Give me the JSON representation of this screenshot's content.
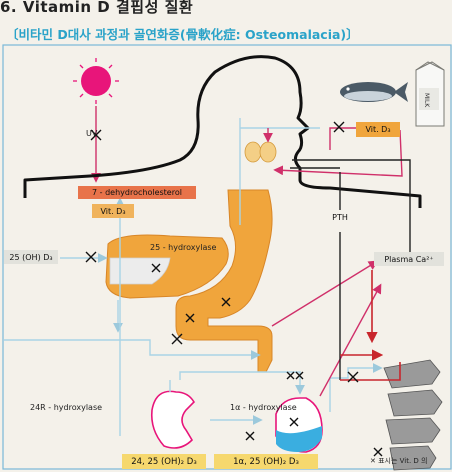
{
  "title": "6.  Vitamin D 결핍성 질환",
  "heading": "〔비타민 D대사 과정과 골연화증(骨軟化症: Osteomalacia)〕",
  "labels": {
    "uv": "UV",
    "dehydro": "7 - dehydrocholesterol",
    "vitd3_skin": "Vit. D₃",
    "vitd3_food": "Vit. D₃",
    "oh25": "25 (OH) D₃",
    "hydroxylase25": "25 - hydroxylase",
    "pth": "PTH",
    "plasma_ca": "Plasma Ca²⁺",
    "hydroxylase24": "24R - hydroxylase",
    "hydroxylase1a": "1α - hydroxylase",
    "product24": "24, 25 (OH)₂ D₃",
    "product1a": "1α, 25 (OH)₂ D₃",
    "milk": "MILK",
    "legend": "✕ 표시는  Vit. D 의"
  },
  "colors": {
    "orange": "#f0a53c",
    "orange_light": "#f4b957",
    "pink_arrow": "#d0306a",
    "light_blue": "#a9d4e6",
    "blue_fill": "#3aaee0",
    "label_bg": "#e2e2dc",
    "box_vit": "#f0b35c",
    "box_dehydro": "#e8734a",
    "box_bottom": "#f6d86e"
  }
}
